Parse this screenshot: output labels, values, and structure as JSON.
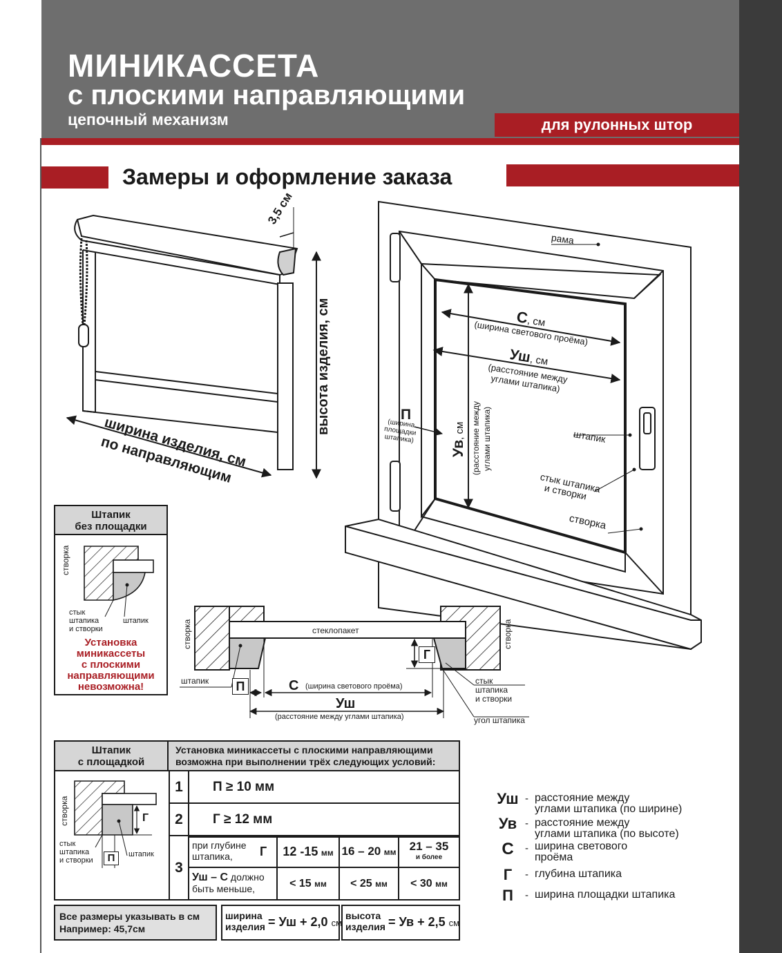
{
  "header": {
    "title_line1": "МИНИКАССЕТА",
    "title_line2": "с плоскими направляющими",
    "title_line3": "цепочный механизм",
    "tag": "для рулонных штор"
  },
  "section_title": "Замеры и оформление заказа",
  "blind": {
    "depth_label": "3,5 см",
    "height_label": "высота изделия, см",
    "width_label_1": "ширина изделия, см",
    "width_label_2": "по направляющим"
  },
  "window": {
    "frame_label": "рама",
    "c_label": "С",
    "c_unit": ", см",
    "c_desc": "(ширина светового проёма)",
    "ush_label": "Уш",
    "ush_unit": ", см",
    "ush_desc_1": "(расстояние между",
    "ush_desc_2": "углами штапика)",
    "p_label": "П",
    "p_desc_1": "(ширина",
    "p_desc_2": "площадки",
    "p_desc_3": "штапика)",
    "uv_label": "Ув",
    "uv_unit": ", см",
    "uv_desc_1": "(расстояние между",
    "uv_desc_2": "углами штапика)",
    "shtapik_label": "штапик",
    "joint_label_1": "стык штапика",
    "joint_label_2": "и створки",
    "sash_label": "створка"
  },
  "box_no_platform": {
    "title_1": "Штапик",
    "title_2": "без площадки",
    "sash": "створка",
    "joint_1": "стык",
    "joint_2": "штапика",
    "joint_3": "и створки",
    "shtapik": "штапик",
    "warn_1": "Установка",
    "warn_2": "миникассеты",
    "warn_3": "с плоскими",
    "warn_4": "направляющими",
    "warn_5": "невозможна!"
  },
  "section_diagram": {
    "sash_left": "створка",
    "sash_right": "створка",
    "glass": "стеклопакет",
    "shtapik": "штапик",
    "p": "П",
    "c": "С",
    "c_desc": "(ширина светового проёма)",
    "g": "Г",
    "ush": "Уш",
    "ush_desc": "(расстояние между углами штапика)",
    "joint_1": "стык",
    "joint_2": "штапика",
    "joint_3": "и створки",
    "corner": "угол штапика"
  },
  "box_platform": {
    "title_1": "Штапик",
    "title_2": "с площадкой",
    "sash": "створка",
    "g": "Г",
    "p": "П",
    "joint_1": "стык",
    "joint_2": "штапика",
    "joint_3": "и створки",
    "shtapik": "штапик"
  },
  "conditions": {
    "header_1": "Установка миникассеты с плоскими направляющими",
    "header_2": "возможна при выполнении трёх следующих условий:",
    "n1": "1",
    "c1": "П ≥ 10 мм",
    "n2": "2",
    "c2": "Г ≥ 12 мм",
    "n3": "3",
    "depth_label_1": "при глубине",
    "depth_label_2": "штапика,",
    "depth_g": "Г",
    "d1": "12 -15",
    "d1_unit": "мм",
    "d2": "16 – 20",
    "d2_unit": "мм",
    "d3": "21 – 35",
    "d3_sub": "и более",
    "diff_label_1": "Уш – С",
    "diff_label_2": "должно",
    "diff_label_3": "быть меньше,",
    "v1": "< 15",
    "v1_unit": "мм",
    "v2": "< 25",
    "v2_unit": "мм",
    "v3": "< 30",
    "v3_unit": "мм"
  },
  "notes": {
    "line_1": "Все размеры указывать в см",
    "line_2": "Например: 45,7см",
    "w_label_1": "ширина",
    "w_label_2": "изделия",
    "w_formula": "= Уш + 2,0",
    "w_unit": "см",
    "h_label_1": "высота",
    "h_label_2": "изделия",
    "h_formula": "= Ув + 2,5",
    "h_unit": "см"
  },
  "legend": [
    {
      "symbol": "Уш",
      "dash": "-",
      "line_1": "расстояние между",
      "line_2": "углами штапика (по ширине)"
    },
    {
      "symbol": "Ув",
      "dash": "-",
      "line_1": "расстояние между",
      "line_2": "углами штапика (по высоте)"
    },
    {
      "symbol": "С",
      "dash": "-",
      "line_1": "ширина светового",
      "line_2": "проёма"
    },
    {
      "symbol": "Г",
      "dash": "-",
      "line_1": "глубина штапика",
      "line_2": ""
    },
    {
      "symbol": "П",
      "dash": "-",
      "line_1": "ширина площадки штапика",
      "line_2": ""
    }
  ]
}
